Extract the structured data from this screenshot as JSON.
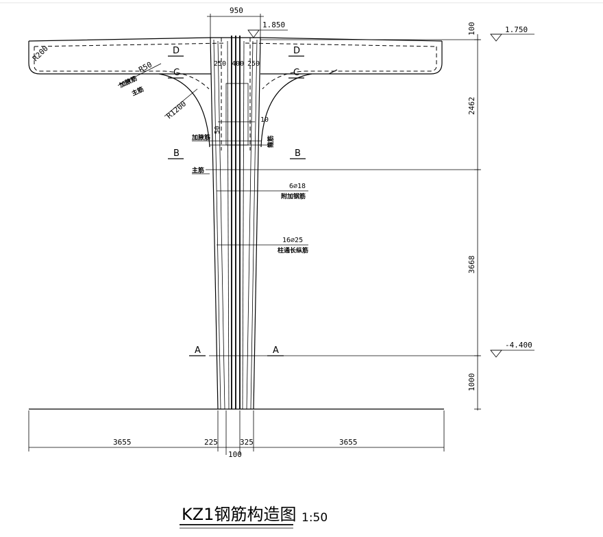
{
  "title": "KZ1钢筋构造图",
  "scale": "1:50",
  "elevations": {
    "top_left": "1.850",
    "top_right": "1.750",
    "lower": "-4.400"
  },
  "dims_top": {
    "width": "950",
    "w250_left": "250",
    "w400": "400",
    "w250_right": "250"
  },
  "dims_right": [
    "100",
    "2462",
    "3668",
    "1000"
  ],
  "dims_bottom": [
    "3655",
    "225",
    "100",
    "325",
    "3655"
  ],
  "radii": [
    "R200",
    "R50",
    "R1200"
  ],
  "dim_50": "50",
  "dim_10": "10",
  "sections": {
    "d": "D",
    "c": "C",
    "b": "B",
    "a": "A"
  },
  "rebar": {
    "r1_count": "6⌀18",
    "r1_desc": "附加钢筋",
    "r2_count": "16⌀25",
    "r2_desc": "柱通长纵筋"
  },
  "notes": {
    "n1": "加腋筋",
    "n2": "主筋",
    "n3": "加腋筋",
    "n4": "主筋",
    "n5": "箍筋"
  }
}
